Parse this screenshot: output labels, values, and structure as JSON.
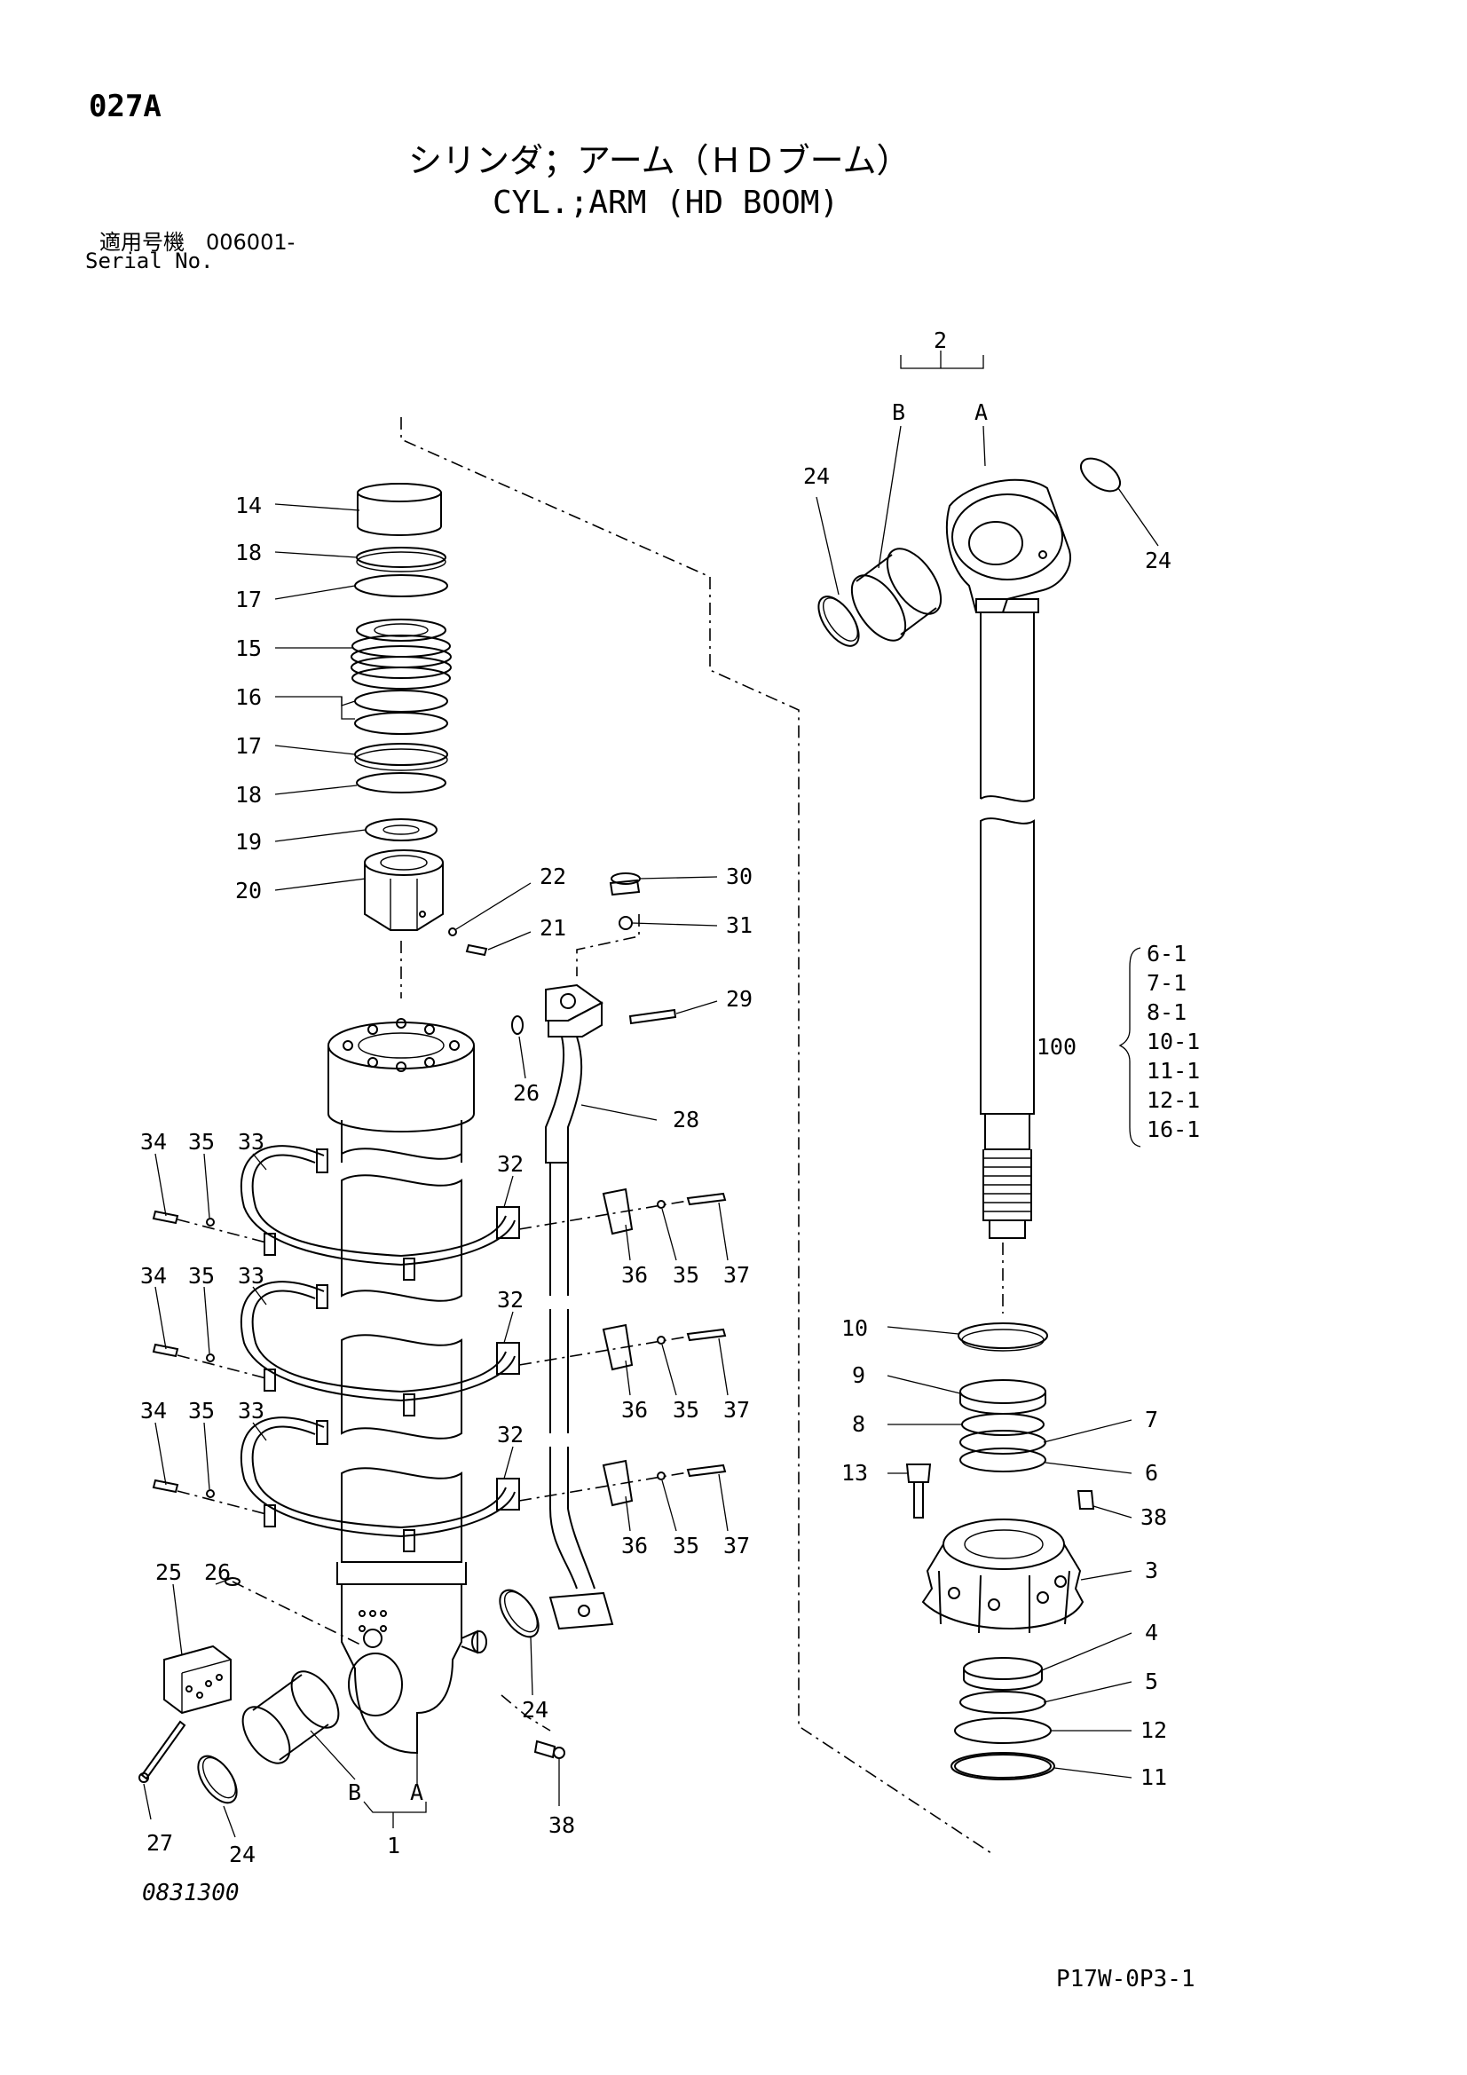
{
  "header": {
    "page_code": "027A",
    "title_jp": "シリンダ；アーム（ＨＤブーム）",
    "title_en": "CYL.;ARM (HD BOOM)",
    "serial_jp": "適用号機　006001-",
    "serial_en": "Serial No."
  },
  "footer": {
    "drawing_no": "0831300",
    "page_no": "P17W-0P3-1"
  },
  "callouts": {
    "c14": "14",
    "c18a": "18",
    "c17a": "17",
    "c15": "15",
    "c16": "16",
    "c17b": "17",
    "c18b": "18",
    "c19": "19",
    "c20": "20",
    "c22": "22",
    "c21": "21",
    "c30": "30",
    "c31": "31",
    "c29": "29",
    "c26a": "26",
    "c28": "28",
    "c34a": "34",
    "c35a": "35",
    "c33a": "33",
    "c32a": "32",
    "c36a": "36",
    "c35d": "35",
    "c37a": "37",
    "c34b": "34",
    "c35b": "35",
    "c33b": "33",
    "c32b": "32",
    "c36b": "36",
    "c35e": "35",
    "c37b": "37",
    "c34c": "34",
    "c35c": "35",
    "c33c": "33",
    "c32c": "32",
    "c36c": "36",
    "c35f": "35",
    "c37c": "37",
    "c25": "25",
    "c26b": "26",
    "c24a": "24",
    "c27": "27",
    "c24b": "24",
    "cB1": "B",
    "cA1": "A",
    "c1": "1",
    "c38a": "38",
    "c2": "2",
    "cB2": "B",
    "cA2": "A",
    "c24c": "24",
    "c24d": "24",
    "c10": "10",
    "c9": "9",
    "c8": "8",
    "c7": "7",
    "c13": "13",
    "c6": "6",
    "c38b": "38",
    "c3": "3",
    "c4": "4",
    "c5": "5",
    "c12": "12",
    "c11": "11",
    "c100": "100"
  },
  "kit_100": [
    "6-1",
    "7-1",
    "8-1",
    "10-1",
    "11-1",
    "12-1",
    "16-1"
  ]
}
